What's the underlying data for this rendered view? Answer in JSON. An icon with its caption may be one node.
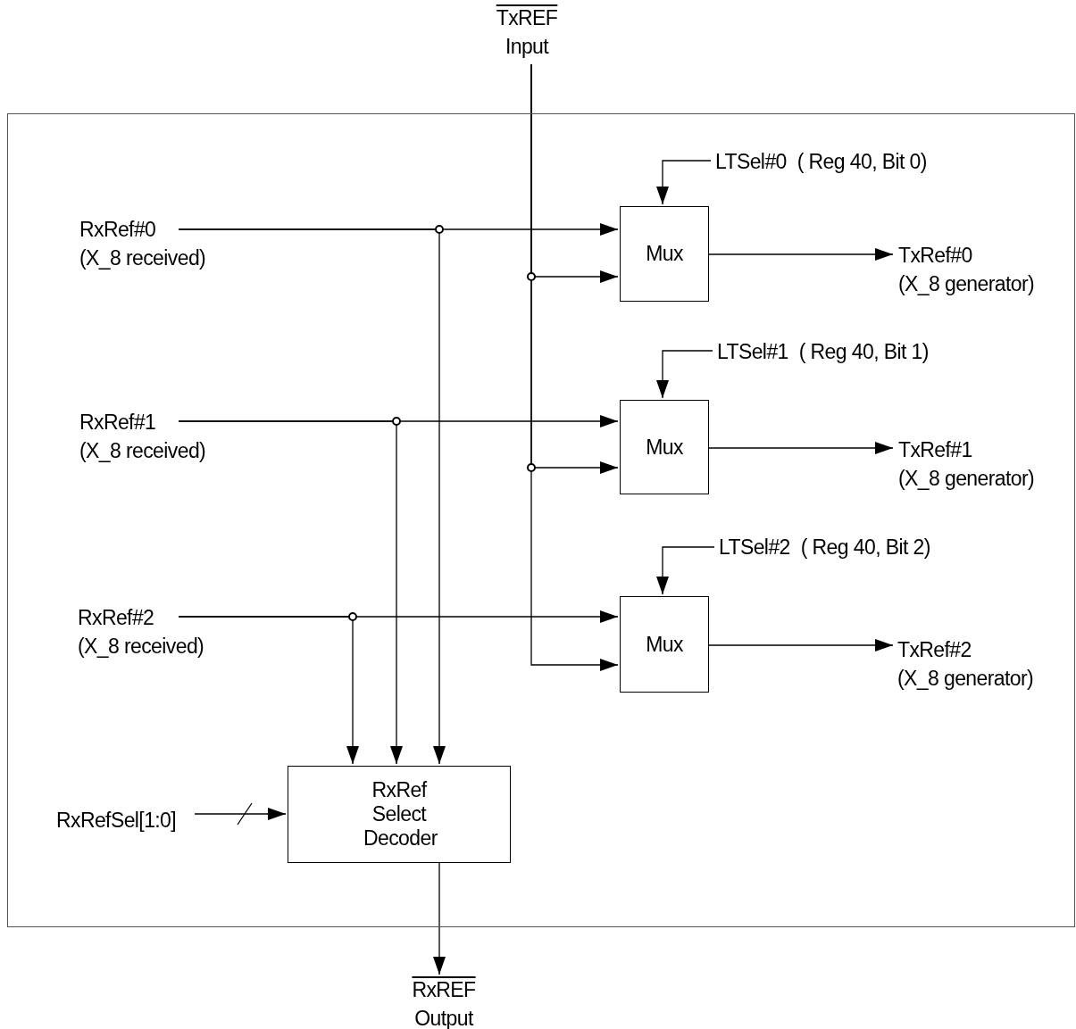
{
  "diagram": {
    "nodes": [
      {
        "text": [],
        "shape": "box"
      },
      {
        "text": [
          "TxREF",
          "Input"
        ]
      },
      {
        "text": [
          "RxRef#0",
          "(X_8 received)"
        ],
        "in": 0
      },
      {
        "text": [
          "RxRef#1",
          "(X_8 received)"
        ],
        "in": 0
      },
      {
        "text": [
          "RxRef#2",
          "(X_8 received)"
        ],
        "in": 0
      },
      {
        "text": [
          "LTSel#0",
          "( Reg 40, Bit 0)"
        ],
        "in": 0
      },
      {
        "text": [
          "Mux"
        ],
        "in": 0
      },
      {
        "text": [
          "TxRef#0",
          "(X_8 generator)"
        ],
        "in": 0
      },
      {
        "text": [
          "LTSel#1",
          "( Reg 40, Bit 1)"
        ],
        "in": 0
      },
      {
        "text": [
          "Mux"
        ],
        "in": 0
      },
      {
        "text": [
          "TxRef#1",
          "(X_8 generator)"
        ],
        "in": 0
      },
      {
        "text": [
          "LTSel#2",
          "( Reg 40, Bit 2)"
        ],
        "in": 0
      },
      {
        "text": [
          "Mux"
        ],
        "in": 0
      },
      {
        "text": [
          "TxRef#2",
          "(X_8 generator)"
        ],
        "in": 0
      },
      {
        "text": [
          "RxRefSel[1:0]"
        ],
        "in": 0
      },
      {
        "text": [
          "RxRef Select Decoder"
        ],
        "in": 0
      },
      {
        "text": [
          "RxREF",
          "Output"
        ]
      }
    ],
    "edges": [
      {
        "from": 1,
        "to": 6,
        "arrow": "to"
      },
      {
        "from": 1,
        "to": 9,
        "arrow": "to"
      },
      {
        "from": 1,
        "to": 12,
        "arrow": "to"
      },
      {
        "from": 2,
        "to": 6,
        "arrow": "to"
      },
      {
        "from": 2,
        "to": 15,
        "arrow": "to"
      },
      {
        "from": 3,
        "to": 9,
        "arrow": "to"
      },
      {
        "from": 3,
        "to": 15,
        "arrow": "to"
      },
      {
        "from": 4,
        "to": 12,
        "arrow": "to"
      },
      {
        "from": 4,
        "to": 15,
        "arrow": "to"
      },
      {
        "from": 5,
        "to": 6,
        "arrow": "to"
      },
      {
        "from": 6,
        "to": 7,
        "arrow": "to"
      },
      {
        "from": 8,
        "to": 9,
        "arrow": "to"
      },
      {
        "from": 9,
        "to": 10,
        "arrow": "to"
      },
      {
        "from": 11,
        "to": 12,
        "arrow": "to"
      },
      {
        "from": 12,
        "to": 13,
        "arrow": "to"
      },
      {
        "from": 14,
        "to": 15,
        "arrow": "to"
      },
      {
        "from": 15,
        "to": 16,
        "arrow": "to"
      }
    ]
  }
}
